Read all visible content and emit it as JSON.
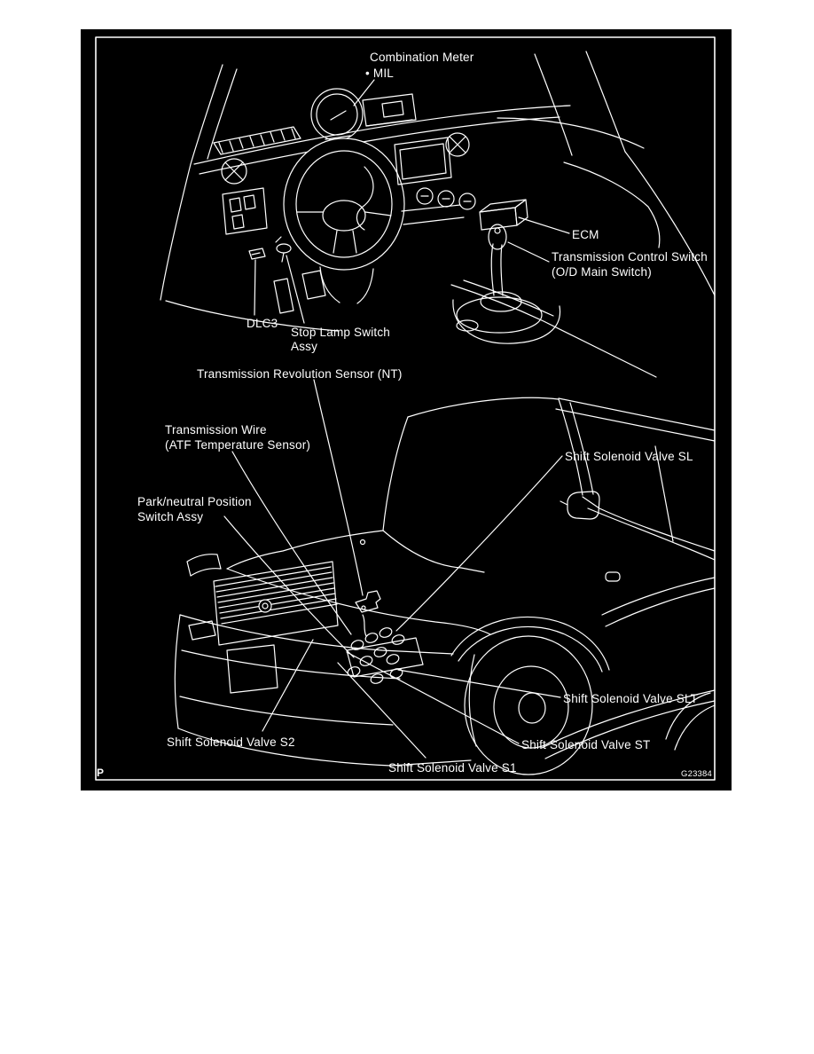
{
  "figure": {
    "id_code": "G23384",
    "page_mark": "P",
    "colors": {
      "background": "#000000",
      "line": "#ffffff"
    },
    "interior_labels": {
      "combination_meter": "Combination Meter",
      "mil_bullet": "• MIL",
      "ecm": "ECM",
      "transmission_control_switch_line1": "Transmission Control Switch",
      "transmission_control_switch_line2": "(O/D Main Switch)",
      "dlc3": "DLC3",
      "stop_lamp_switch_line1": "Stop Lamp Switch",
      "stop_lamp_switch_line2": "Assy"
    },
    "engine_labels": {
      "nt_sensor": "Transmission Revolution Sensor (NT)",
      "transmission_wire_line1": "Transmission Wire",
      "transmission_wire_line2": "(ATF Temperature Sensor)",
      "pnp_line1": "Park/neutral Position",
      "pnp_line2": "Switch Assy",
      "sl": "Shift Solenoid Valve SL",
      "slt": "Shift Solenoid Valve SLT",
      "st": "Shift Solenoid Valve ST",
      "s2": "Shift Solenoid Valve S2",
      "s1": "Shift Solenoid Valve S1"
    }
  }
}
